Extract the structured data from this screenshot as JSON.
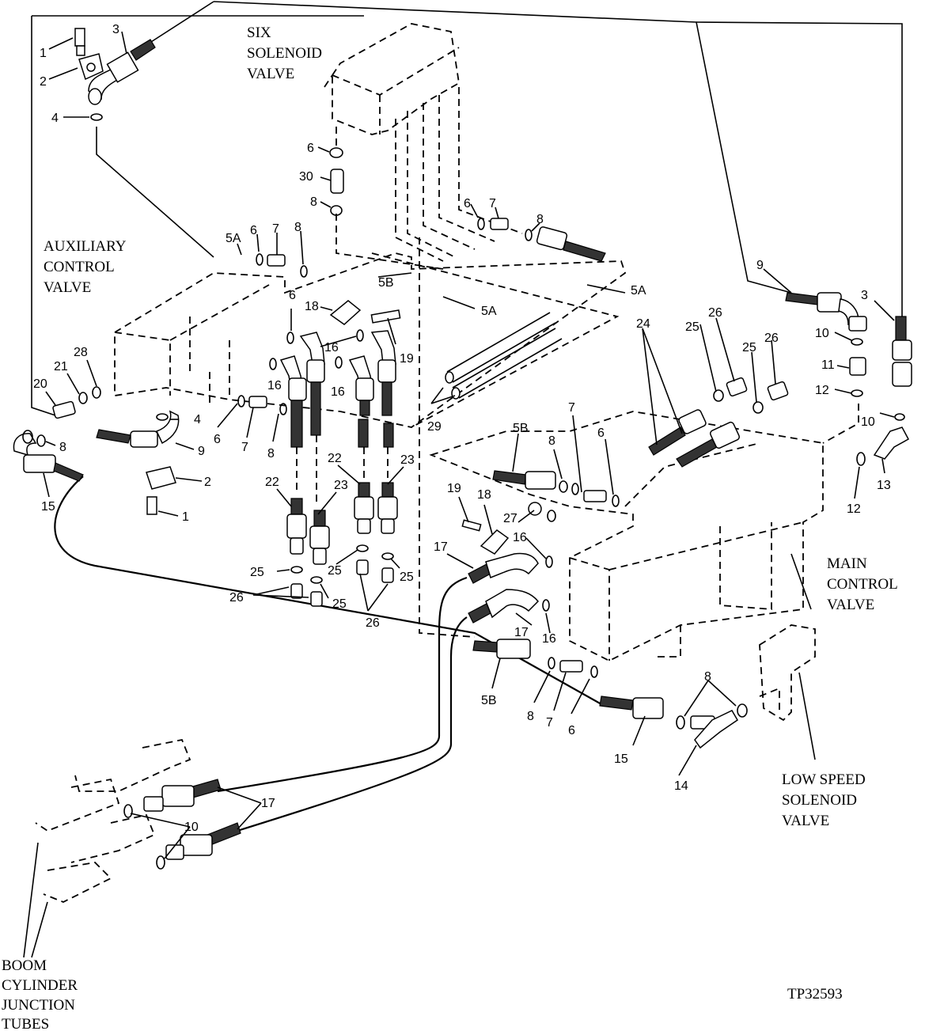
{
  "labels": {
    "six_solenoid": [
      "SIX",
      "SOLENOID",
      "VALVE"
    ],
    "auxiliary": [
      "AUXILIARY",
      "CONTROL",
      "VALVE"
    ],
    "main_control": [
      "MAIN",
      "CONTROL",
      "VALVE"
    ],
    "low_speed": [
      "LOW SPEED",
      "SOLENOID",
      "VALVE"
    ],
    "boom": [
      "BOOM",
      "CYLINDER",
      "JUNCTION",
      "TUBES"
    ]
  },
  "figure_id": "TP32593",
  "callouts": {
    "c1a": "1",
    "c2a": "2",
    "c3a": "3",
    "c4a": "4",
    "c6a": "6",
    "c30": "30",
    "c8a": "8",
    "c6b": "6",
    "c7b": "7",
    "c8b": "8",
    "c5Aa": "5A",
    "c6c": "6",
    "c7c": "7",
    "c8c": "8",
    "c5Ba": "5B",
    "c5Ab": "5A",
    "c5Ac": "5A",
    "c18a": "18",
    "c19a": "19",
    "c6d": "6",
    "c16a": "16",
    "c16b": "16",
    "c16c": "16",
    "c28": "28",
    "c21": "21",
    "c20": "20",
    "c4b": "4",
    "c6e": "6",
    "c7e": "7",
    "c8e": "8",
    "c8f": "8",
    "c9a": "9",
    "c15a": "15",
    "c2b": "2",
    "c1b": "1",
    "c22a": "22",
    "c23a": "23",
    "c22b": "22",
    "c23b": "23",
    "c25a": "25",
    "c25b": "25",
    "c25c": "25",
    "c25d": "25",
    "c26a": "26",
    "c26b": "26",
    "c29": "29",
    "c9b": "9",
    "c3b": "3",
    "c24": "24",
    "c25e": "25",
    "c26c": "26",
    "c25f": "25",
    "c26d": "26",
    "c10a": "10",
    "c11": "11",
    "c12a": "12",
    "c10b": "10",
    "c12b": "12",
    "c13": "13",
    "c5Bb": "5B",
    "c8g": "8",
    "c7g": "7",
    "c6g": "6",
    "c19b": "19",
    "c18b": "18",
    "c27": "27",
    "c16d": "16",
    "c17a": "17",
    "c17b": "17",
    "c16e": "16",
    "c5Bc": "5B",
    "c8h": "8",
    "c7h": "7",
    "c6h": "6",
    "c15b": "15",
    "c8i": "8",
    "c14": "14",
    "c17c": "17",
    "c10c": "10"
  }
}
